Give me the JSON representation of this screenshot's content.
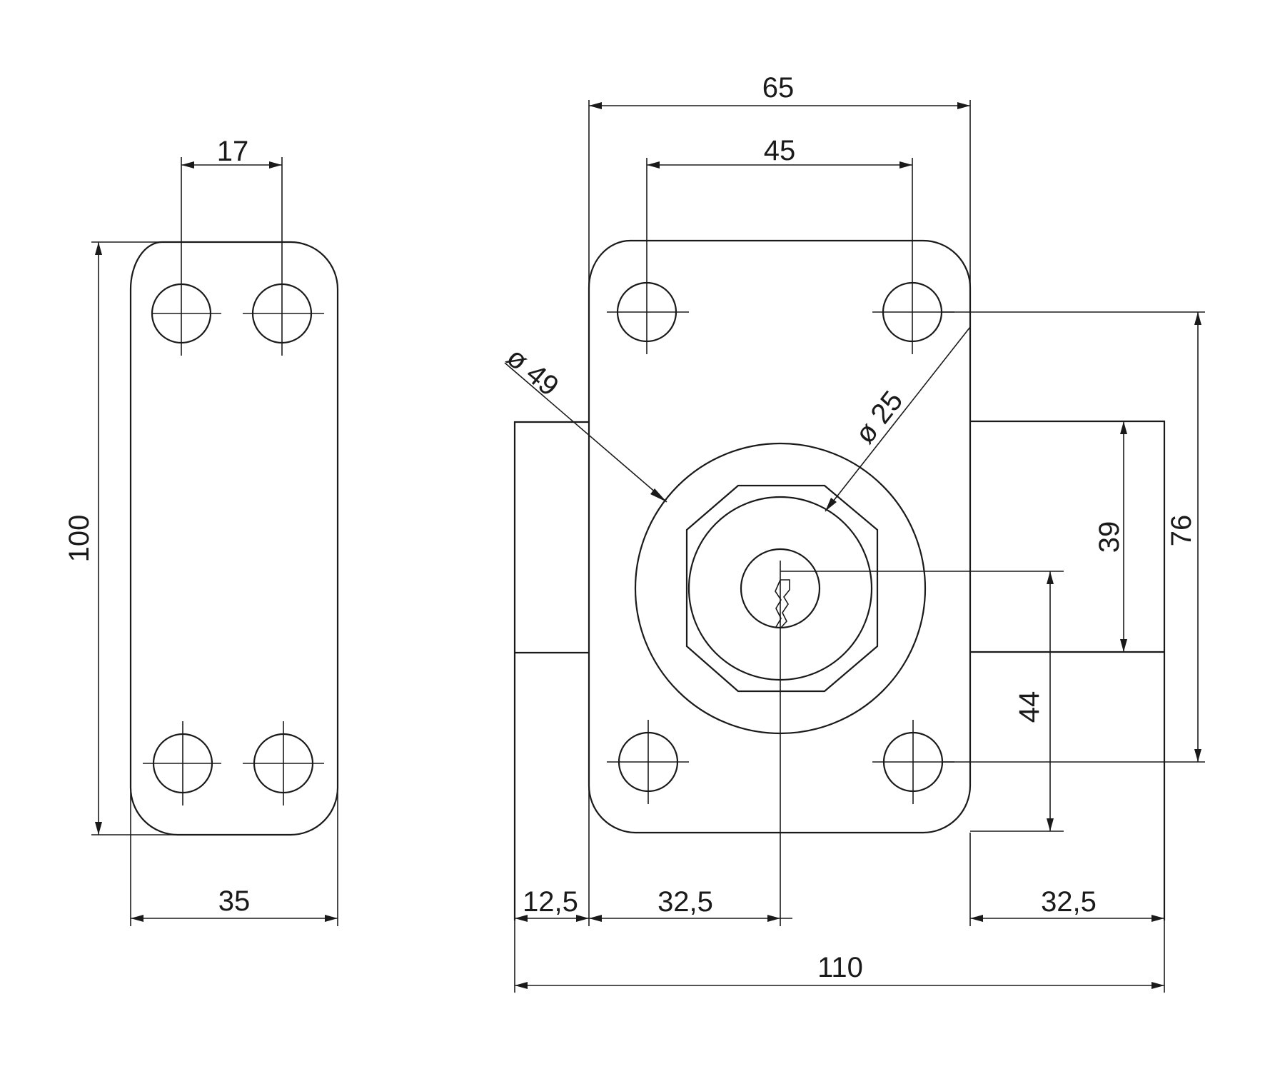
{
  "dimensions": {
    "d17": "17",
    "d100": "100",
    "d35": "35",
    "d65": "65",
    "d45": "45",
    "d49": "ø 49",
    "d25": "ø 25",
    "d39": "39",
    "d76": "76",
    "d44": "44",
    "d12_5": "12,5",
    "d32_5_left": "32,5",
    "d32_5_right": "32,5",
    "d110": "110"
  },
  "colors": {
    "line": "#1a1a1a",
    "background": "#ffffff"
  }
}
